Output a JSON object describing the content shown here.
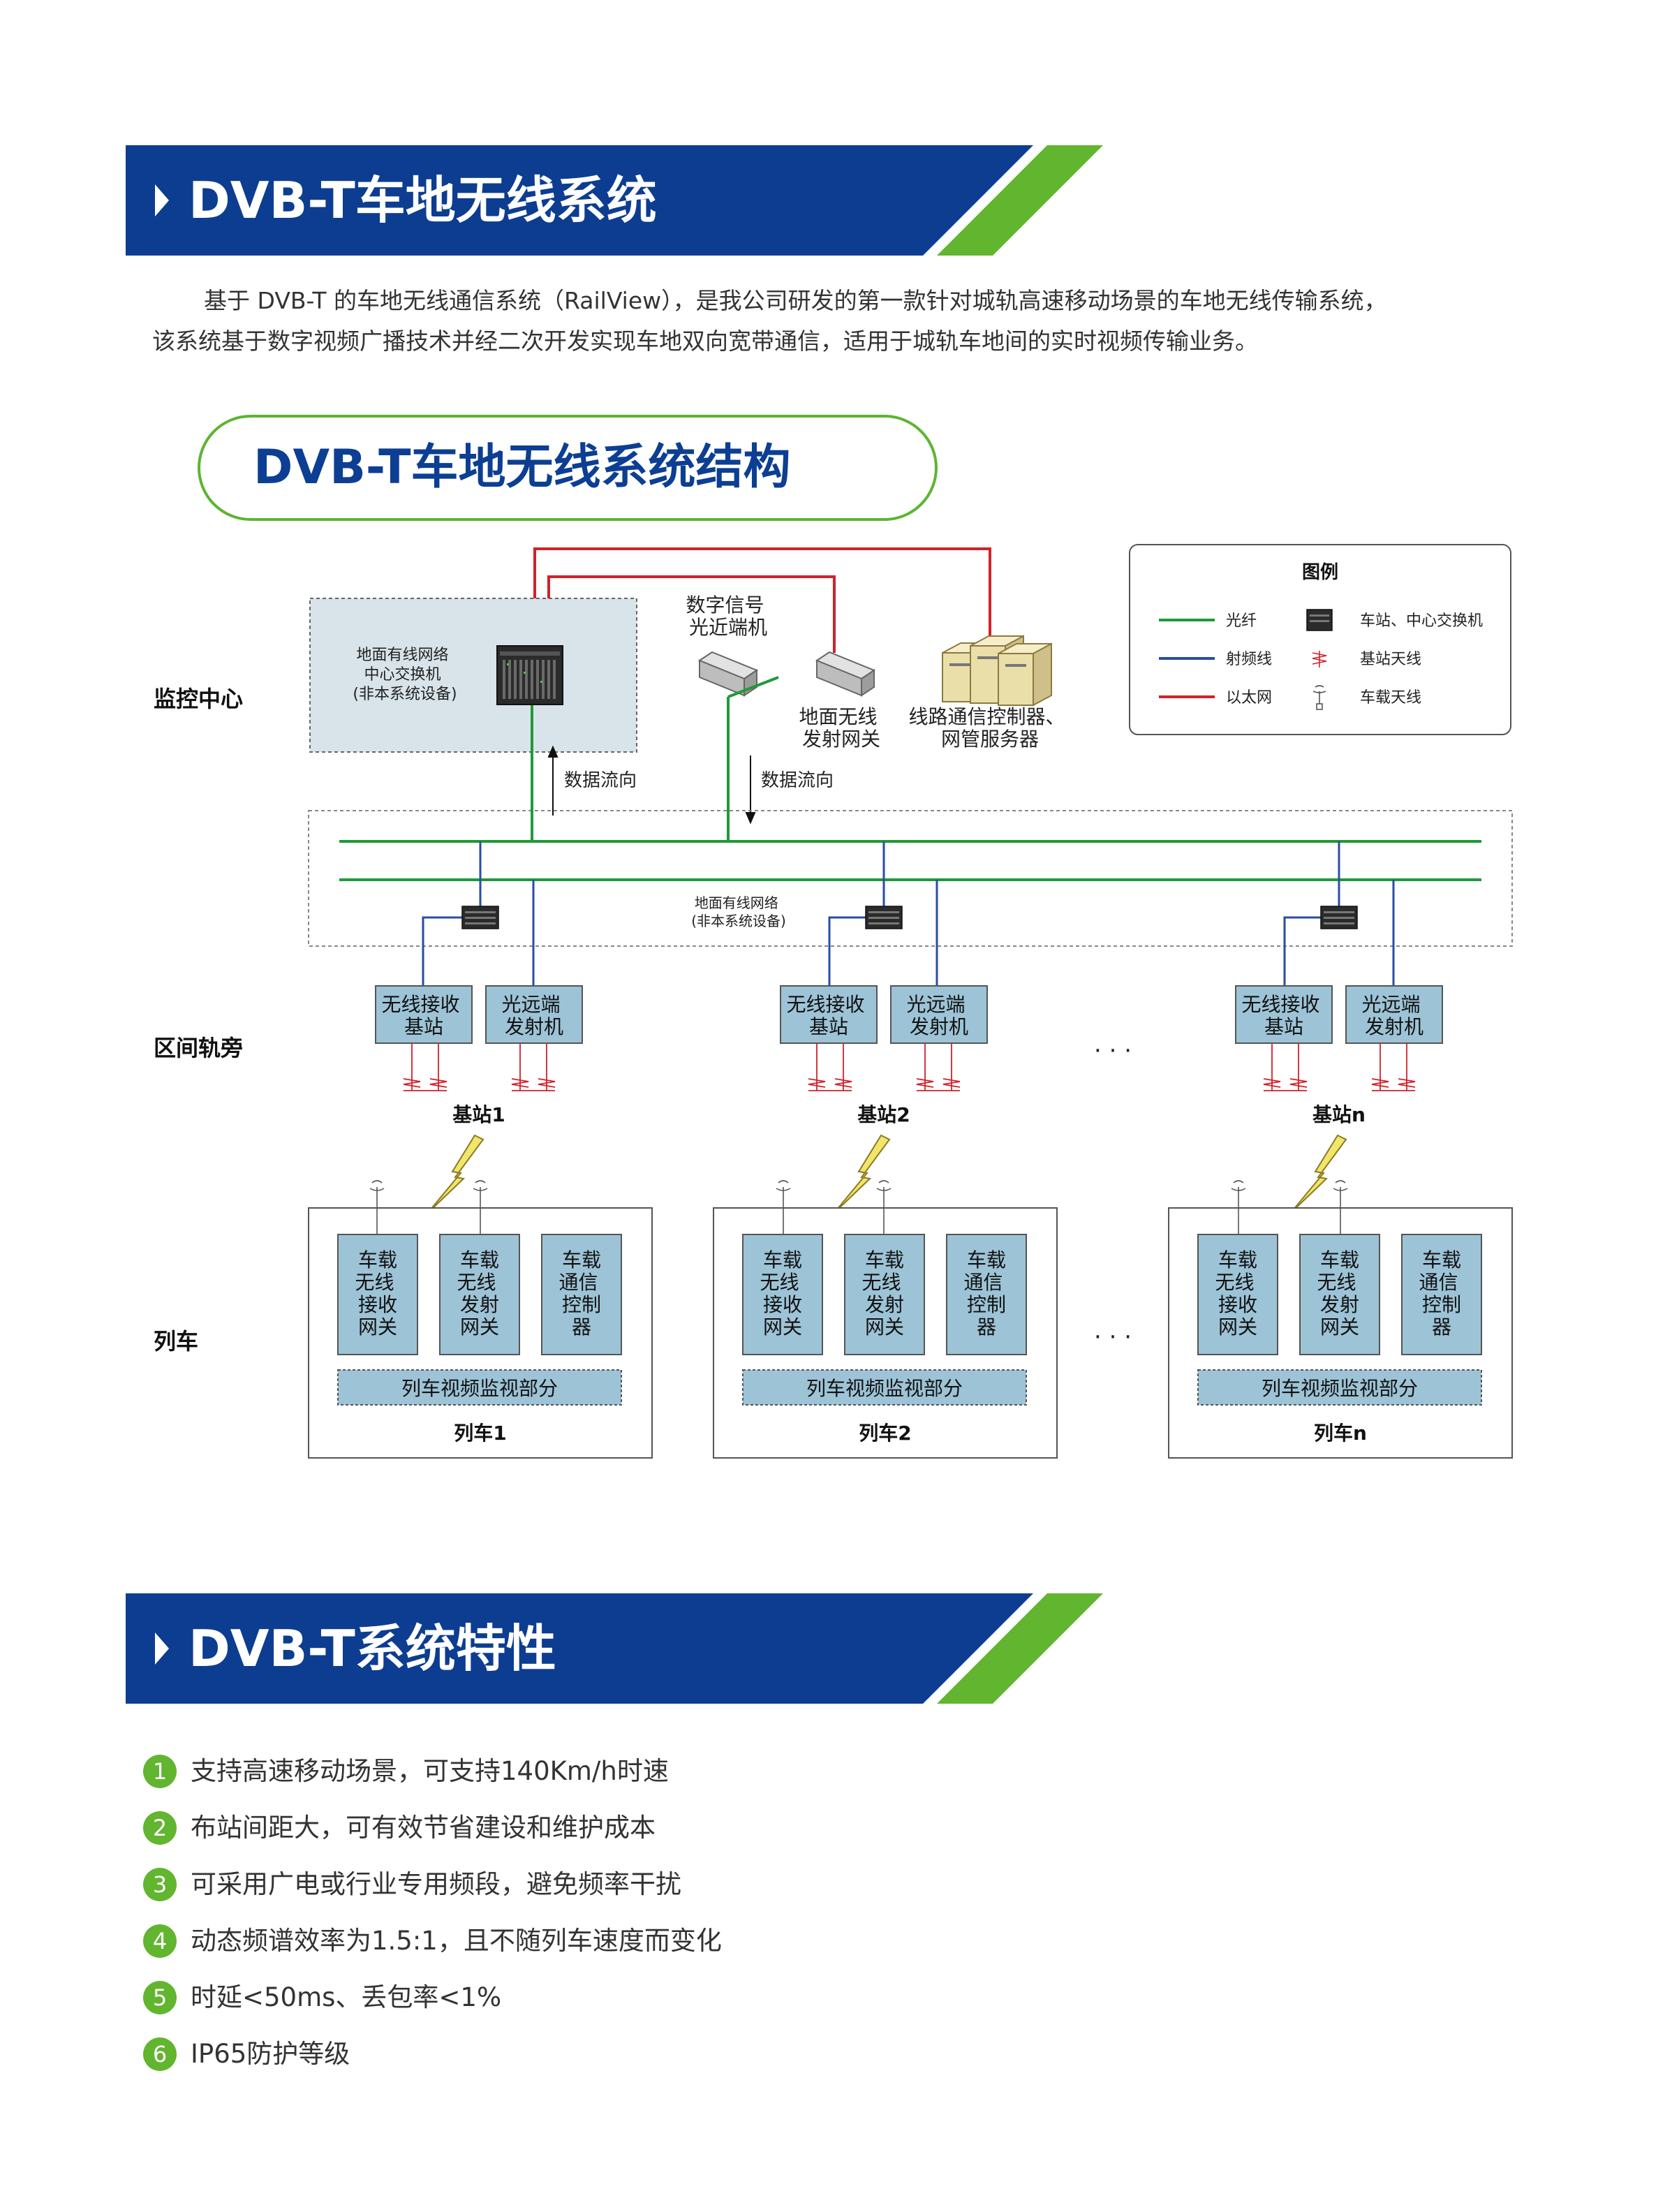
{
  "section1": {
    "title": "DVB-T车地无线系统"
  },
  "intro": {
    "line1": "基于 DVB-T 的车地无线通信系统（RailView），是我公司研发的第一款针对城轨高速移动场景的车地无线传输系统，",
    "line2": "该系统基于数字视频广播技术并经二次开发实现车地双向宽带通信，适用于城轨车地间的实时视频传输业务。"
  },
  "structure": {
    "title": "DVB-T车地无线系统结构",
    "row_labels": {
      "monitor": "监控中心",
      "trackside": "区间轨旁",
      "train": "列车"
    },
    "center_switch": {
      "line1": "地面有线网络",
      "line2": "中心交换机",
      "line3": "(非本系统设备)"
    },
    "optical_near": {
      "line1": "数字信号",
      "line2": "光近端机"
    },
    "ground_tx_gateway": {
      "line1": "地面无线",
      "line2": "发射网关"
    },
    "servers": {
      "line1": "线路通信控制器、",
      "line2": "网管服务器"
    },
    "data_flow": "数据流向",
    "ground_network": {
      "line1": "地面有线网络",
      "line2": "(非本系统设备)"
    },
    "ellipsis": "· · ·",
    "legend": {
      "title": "图例",
      "fiber": "光纤",
      "rf": "射频线",
      "ethernet": "以太网",
      "switch": "车站、中心交换机",
      "station_antenna": "基站天线",
      "vehicle_antenna": "车载天线"
    },
    "stations": [
      {
        "name": "基站1",
        "rx": {
          "line1": "无线接收",
          "line2": "基站"
        },
        "tx": {
          "line1": "光远端",
          "line2": "发射机"
        }
      },
      {
        "name": "基站2",
        "rx": {
          "line1": "无线接收",
          "line2": "基站"
        },
        "tx": {
          "line1": "光远端",
          "line2": "发射机"
        }
      },
      {
        "name": "基站n",
        "rx": {
          "line1": "无线接收",
          "line2": "基站"
        },
        "tx": {
          "line1": "光远端",
          "line2": "发射机"
        }
      }
    ],
    "trains": [
      {
        "name": "列车1",
        "b1": [
          "车载",
          "无线",
          "接收",
          "网关"
        ],
        "b2": [
          "车载",
          "无线",
          "发射",
          "网关"
        ],
        "b3": [
          "车载",
          "通信",
          "控制",
          "器"
        ],
        "video": "列车视频监视部分"
      },
      {
        "name": "列车2",
        "b1": [
          "车载",
          "无线",
          "接收",
          "网关"
        ],
        "b2": [
          "车载",
          "无线",
          "发射",
          "网关"
        ],
        "b3": [
          "车载",
          "通信",
          "控制",
          "器"
        ],
        "video": "列车视频监视部分"
      },
      {
        "name": "列车n",
        "b1": [
          "车载",
          "无线",
          "接收",
          "网关"
        ],
        "b2": [
          "车载",
          "无线",
          "发射",
          "网关"
        ],
        "b3": [
          "车载",
          "通信",
          "控制",
          "器"
        ],
        "video": "列车视频监视部分"
      }
    ]
  },
  "section2": {
    "title": "DVB-T系统特性"
  },
  "features": [
    {
      "num": "1",
      "text": "支持高速移动场景，可支持140Km/h时速"
    },
    {
      "num": "2",
      "text": "布站间距大，可有效节省建设和维护成本"
    },
    {
      "num": "3",
      "text": "可采用广电或行业专用频段，避免频率干扰"
    },
    {
      "num": "4",
      "text": "动态频谱效率为1.5:1，且不随列车速度而变化"
    },
    {
      "num": "5",
      "text": "时延<50ms、丢包率<1%"
    },
    {
      "num": "6",
      "text": "IP65防护等级"
    }
  ],
  "colors": {
    "banner_blue": "#0c3d91",
    "banner_green": "#62b52e",
    "title_blue": "#0c3f93",
    "fiber_green": "#1f9a3a",
    "rf_blue": "#2a4ea0",
    "ethernet_red": "#d0222a",
    "box_fill": "#9dc3d6"
  }
}
